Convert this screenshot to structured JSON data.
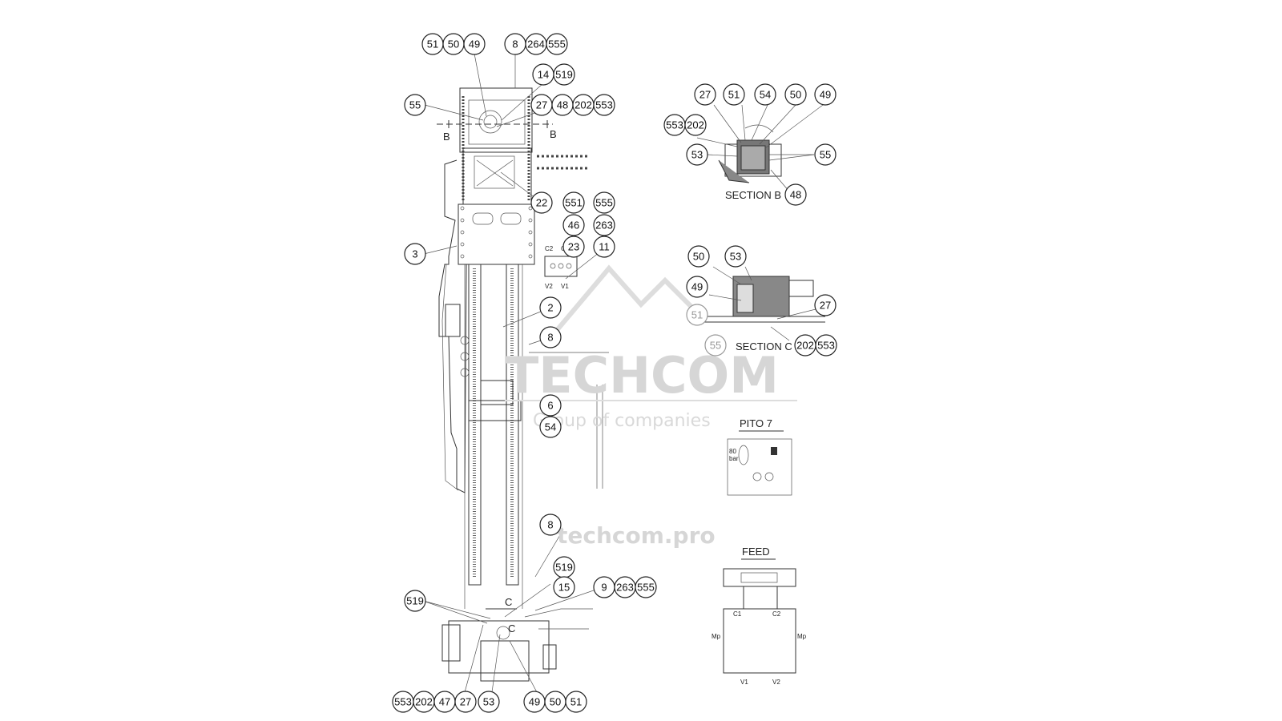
{
  "sections": {
    "section_b": "SECTION B",
    "section_c": "SECTION C",
    "pito": "PITO 7",
    "feed": "FEED"
  },
  "section_marks": {
    "b_left": "B",
    "b_right": "B",
    "c_upper": "C",
    "c_lower": "C"
  },
  "ports": {
    "c1": "C1",
    "c2": "C2",
    "v1": "V1",
    "v2": "V2",
    "mp_left": "Mp",
    "mp_right": "Mp",
    "pressure_top": "80",
    "pressure_bottom": "bar"
  },
  "watermark": {
    "brand": "TECHCOM",
    "tagline": "Group of companies",
    "site": "techcom.pro"
  },
  "parts": [
    "51",
    "50",
    "49",
    "8",
    "264",
    "555",
    "14",
    "519",
    "55",
    "27",
    "48",
    "202",
    "553",
    "22",
    "551",
    "555",
    "46",
    "263",
    "23",
    "11",
    "3",
    "2",
    "8",
    "6",
    "54",
    "8",
    "519",
    "15",
    "9",
    "263",
    "555",
    "519",
    "553",
    "202",
    "47",
    "27",
    "53",
    "49",
    "50",
    "51",
    "27",
    "51",
    "54",
    "50",
    "49",
    "553",
    "202",
    "53",
    "55",
    "48",
    "50",
    "53",
    "49",
    "51",
    "27",
    "55",
    "202",
    "553"
  ]
}
